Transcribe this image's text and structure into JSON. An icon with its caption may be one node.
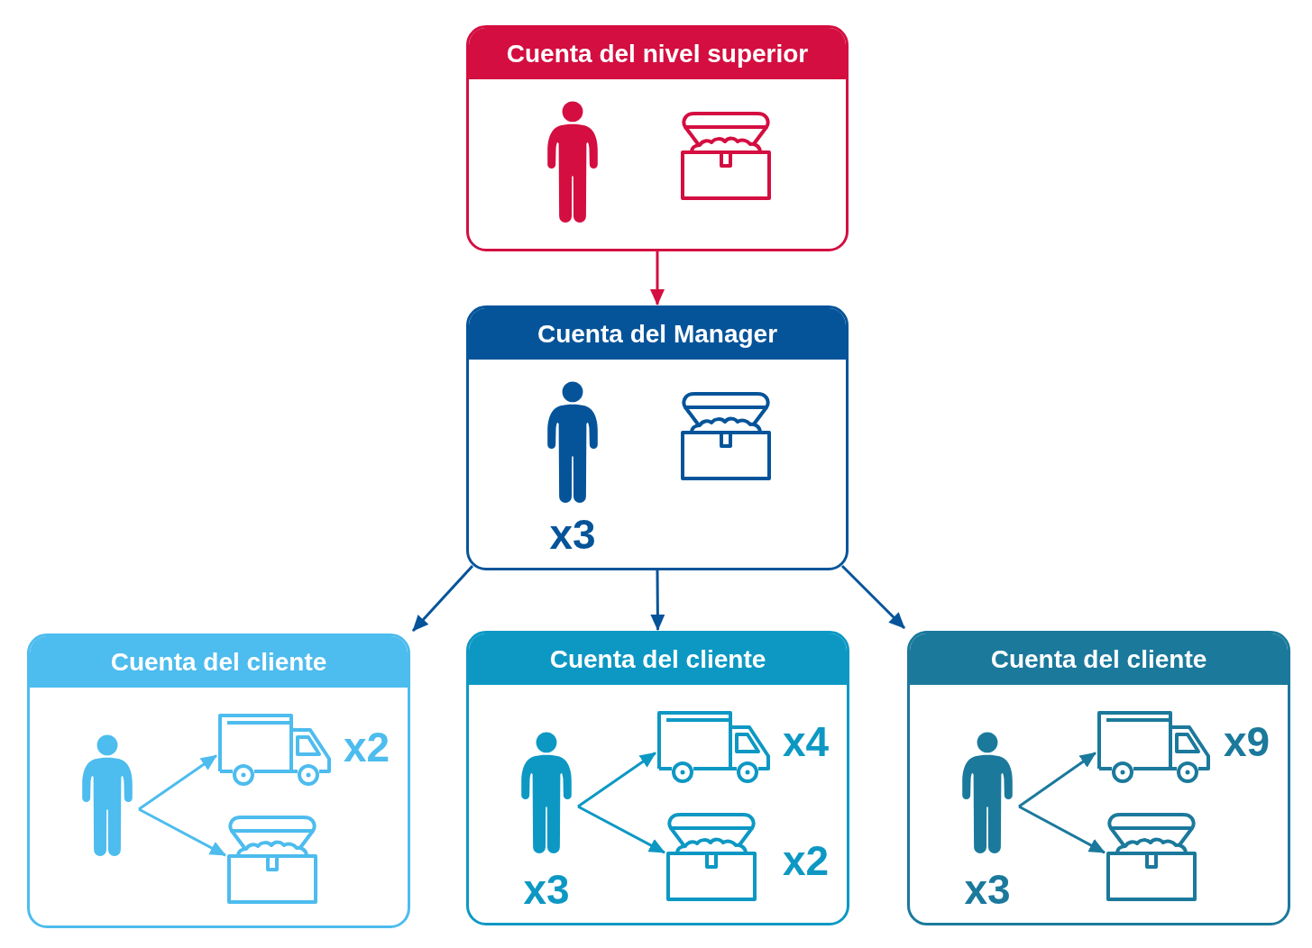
{
  "diagram": {
    "nodes": [
      {
        "text": [
          "Cuenta del nivel superior"
        ]
      },
      {
        "text": [
          "Cuenta del Manager",
          "x3"
        ]
      },
      {
        "text": [
          "Cuenta del cliente"
        ]
      },
      {
        "text": [],
        "shape": "person",
        "in": 2
      },
      {
        "text": [],
        "shape": "picture",
        "in": 2,
        "beside": [
          "x2"
        ]
      },
      {
        "text": [],
        "shape": "picture",
        "in": 2
      },
      {
        "text": [
          "Cuenta del cliente"
        ]
      },
      {
        "text": [],
        "shape": "person",
        "in": 6,
        "beside": [
          "x3"
        ]
      },
      {
        "text": [],
        "shape": "picture",
        "in": 6,
        "beside": [
          "x4"
        ]
      },
      {
        "text": [],
        "shape": "picture",
        "in": 6,
        "beside": [
          "x2"
        ]
      },
      {
        "text": [
          "Cuenta del cliente"
        ]
      },
      {
        "text": [],
        "shape": "person",
        "in": 10,
        "beside": [
          "x3"
        ]
      },
      {
        "text": [],
        "shape": "picture",
        "in": 10,
        "beside": [
          "x9"
        ]
      },
      {
        "text": [],
        "shape": "picture",
        "in": 10
      }
    ],
    "edges": [
      {
        "from": 0,
        "to": 1,
        "arrow": "to",
        "color": "#d40e40"
      },
      {
        "from": 1,
        "to": 2,
        "arrow": "to",
        "color": "#05549a"
      },
      {
        "from": 1,
        "to": 6,
        "arrow": "to",
        "color": "#05549a"
      },
      {
        "from": 1,
        "to": 10,
        "arrow": "to",
        "color": "#05549a"
      },
      {
        "from": 3,
        "to": 4,
        "arrow": "to",
        "color": "#4dbcee"
      },
      {
        "from": 3,
        "to": 5,
        "arrow": "to",
        "color": "#4dbcee"
      },
      {
        "from": 7,
        "to": 8,
        "arrow": "to",
        "color": "#0d98c4"
      },
      {
        "from": 7,
        "to": 9,
        "arrow": "to",
        "color": "#0d98c4"
      },
      {
        "from": 11,
        "to": 12,
        "arrow": "to",
        "color": "#1b799c"
      },
      {
        "from": 11,
        "to": 13,
        "arrow": "to",
        "color": "#1b799c"
      }
    ]
  }
}
